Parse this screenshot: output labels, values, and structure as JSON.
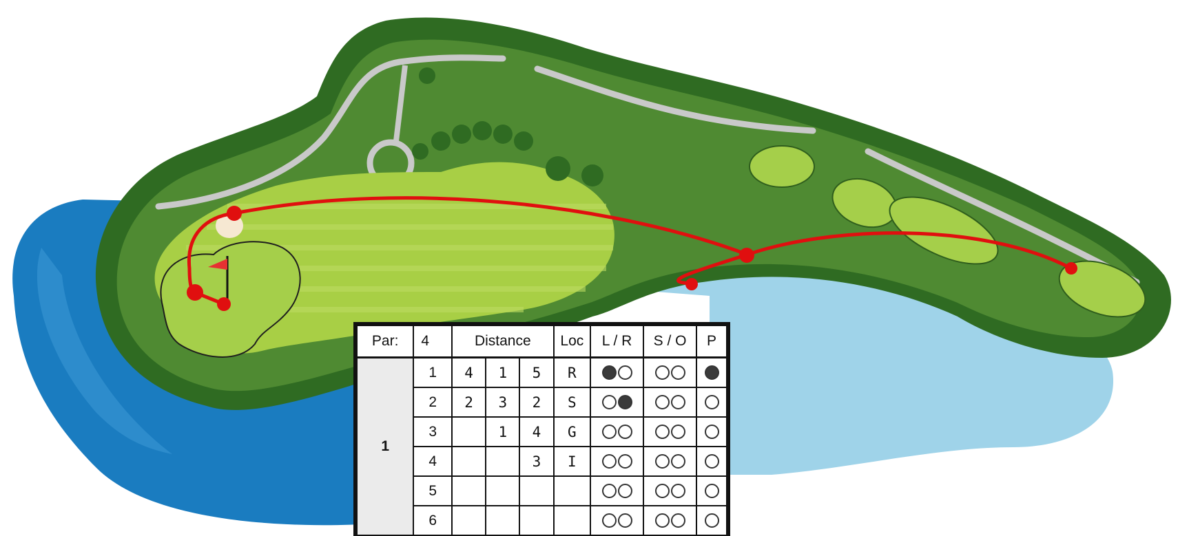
{
  "colors": {
    "rough": "#4f8a32",
    "fairway": "#a8cf45",
    "green": "#a5cf4a",
    "water_deep": "#1a7cc0",
    "water_light": "#9fd3e9",
    "trees": "#2f6b22",
    "path": "#c9c9c9",
    "shot_line": "#e00f0f",
    "bunker": "#f6e8d2"
  },
  "icons": [
    "flag-icon",
    "tree-icon",
    "ball-marker-icon"
  ],
  "scorecard": {
    "par_label": "Par:",
    "par_value": "4",
    "headers": {
      "distance": "Distance",
      "loc": "Loc",
      "lr": "L / R",
      "so": "S / O",
      "p": "P"
    },
    "hole": "1",
    "rows": [
      {
        "shot": "1",
        "d1": "4",
        "d2": "1",
        "d3": "5",
        "loc": "R",
        "l": true,
        "r": false,
        "s": false,
        "o": false,
        "p": true
      },
      {
        "shot": "2",
        "d1": "2",
        "d2": "3",
        "d3": "2",
        "loc": "S",
        "l": false,
        "r": true,
        "s": false,
        "o": false,
        "p": false
      },
      {
        "shot": "3",
        "d1": "",
        "d2": "1",
        "d3": "4",
        "loc": "G",
        "l": false,
        "r": false,
        "s": false,
        "o": false,
        "p": false
      },
      {
        "shot": "4",
        "d1": "",
        "d2": "",
        "d3": "3",
        "loc": "I",
        "l": false,
        "r": false,
        "s": false,
        "o": false,
        "p": false
      },
      {
        "shot": "5",
        "d1": "",
        "d2": "",
        "d3": "",
        "loc": "",
        "l": false,
        "r": false,
        "s": false,
        "o": false,
        "p": false
      },
      {
        "shot": "6",
        "d1": "",
        "d2": "",
        "d3": "",
        "loc": "",
        "l": false,
        "r": false,
        "s": false,
        "o": false,
        "p": false
      }
    ]
  }
}
